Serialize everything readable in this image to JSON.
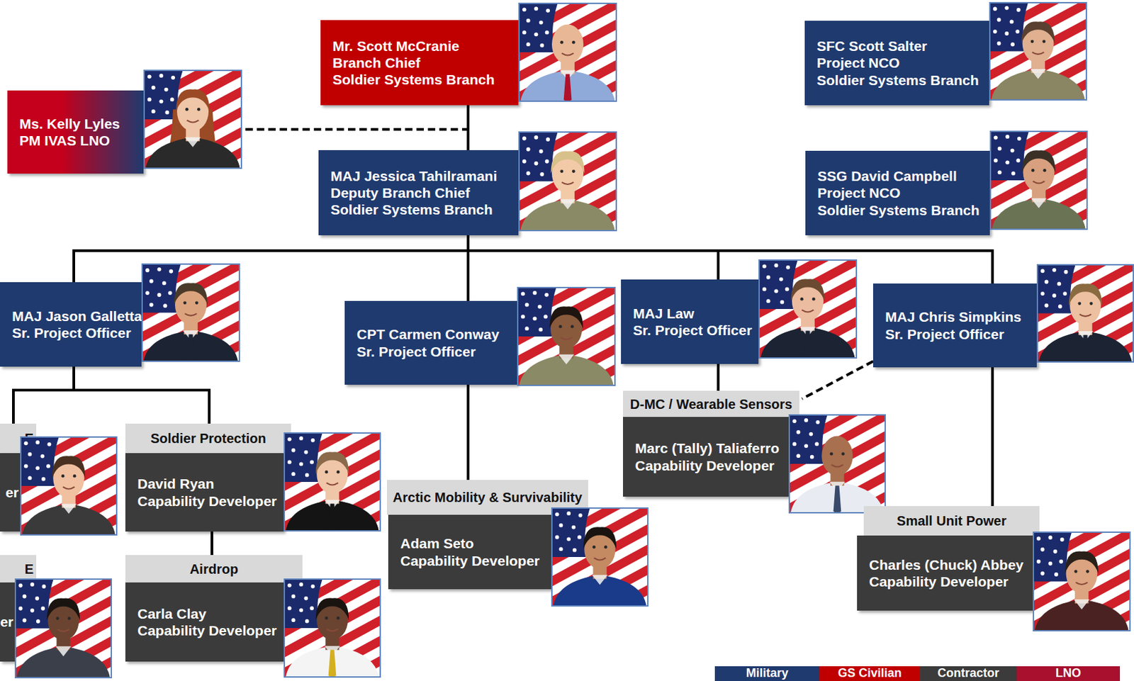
{
  "diagram": {
    "nodes": [
      {
        "text": [
          "Mr. Scott McCranie",
          "Branch Chief",
          "Soldier Systems Branch"
        ]
      },
      {
        "text": [
          "Ms. Kelly Lyles",
          "PM IVAS LNO"
        ]
      },
      {
        "text": [
          "SFC Scott Salter",
          "Project NCO",
          "Soldier Systems Branch"
        ]
      },
      {
        "text": [
          "MAJ Jessica Tahilramani",
          "Deputy Branch Chief",
          "Soldier Systems Branch"
        ]
      },
      {
        "text": [
          "SSG David Campbell",
          "Project NCO",
          "Soldier Systems Branch"
        ]
      },
      {
        "text": [
          "MAJ Jason Galletta",
          "Sr. Project Officer"
        ]
      },
      {
        "text": [
          "CPT Carmen Conway",
          "Sr. Project Officer"
        ]
      },
      {
        "text": [
          "MAJ Law",
          "Sr. Project Officer"
        ]
      },
      {
        "text": [
          "MAJ Chris Simpkins",
          "Sr. Project Officer"
        ]
      },
      {
        "text": [
          "E",
          "er"
        ]
      },
      {
        "text": [
          "Soldier Protection",
          "David Ryan",
          "Capability Developer"
        ]
      },
      {
        "text": [
          "D-MC / Wearable Sensors",
          "Marc (Tally) Taliaferro",
          "Capability Developer"
        ]
      },
      {
        "text": [
          "Arctic Mobility & Survivability",
          "Adam Seto",
          "Capability Developer"
        ]
      },
      {
        "text": [
          "Small Unit Power",
          "Charles (Chuck) Abbey",
          "Capability Developer"
        ]
      },
      {
        "text": [
          "E",
          "er"
        ]
      },
      {
        "text": [
          "Airdrop",
          "Carla Clay",
          "Capability Developer"
        ]
      }
    ],
    "edges": [
      {
        "from": 0,
        "to": 1,
        "arrow": "none"
      },
      {
        "from": 0,
        "to": 3,
        "arrow": "none"
      },
      {
        "from": 3,
        "to": 5,
        "arrow": "none"
      },
      {
        "from": 3,
        "to": 6,
        "arrow": "none"
      },
      {
        "from": 3,
        "to": 7,
        "arrow": "none"
      },
      {
        "from": 3,
        "to": 8,
        "arrow": "none"
      },
      {
        "from": 5,
        "to": 9,
        "arrow": "none"
      },
      {
        "from": 5,
        "to": 10,
        "arrow": "none"
      },
      {
        "from": 10,
        "to": 15,
        "arrow": "none"
      },
      {
        "from": 6,
        "to": 12,
        "arrow": "none"
      },
      {
        "from": 7,
        "to": 11,
        "arrow": "none"
      },
      {
        "from": 8,
        "to": 11,
        "arrow": "none"
      },
      {
        "from": 8,
        "to": 13,
        "arrow": "none"
      }
    ],
    "legend": [
      {
        "text": "Military",
        "color": "#1f3a6e"
      },
      {
        "text": "GS Civilian",
        "color": "#c00000"
      },
      {
        "text": "Contractor",
        "color": "#3b3b3b"
      },
      {
        "text": "LNO",
        "color": "#a8102e"
      }
    ]
  }
}
